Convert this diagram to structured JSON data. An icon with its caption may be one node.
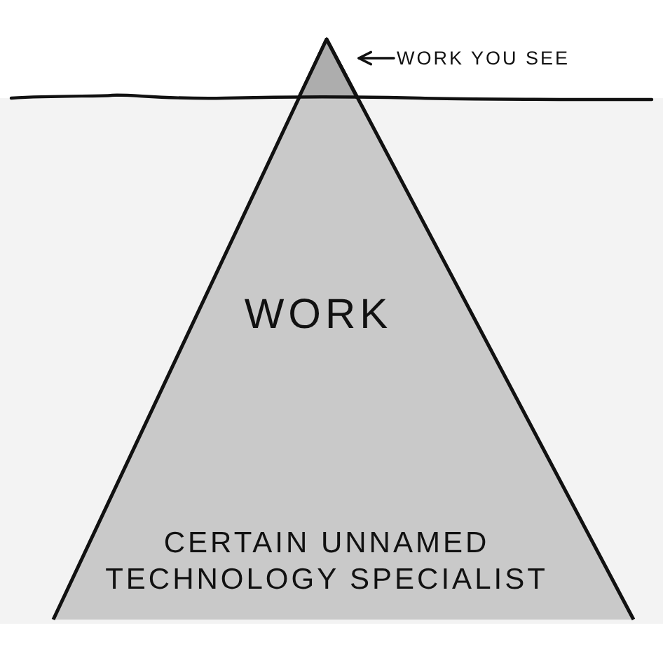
{
  "diagram": {
    "nodes": [
      {
        "text": [
          "WORK",
          "CERTAIN UNNAMED TECHNOLOGY SPECIALIST"
        ]
      },
      {
        "text": [],
        "shape": "triangle",
        "in": 0
      },
      {
        "text": [
          "WORK YOU SEE"
        ]
      }
    ],
    "edges": [
      {
        "from": 2,
        "to": 1,
        "arrow": "to"
      }
    ]
  }
}
